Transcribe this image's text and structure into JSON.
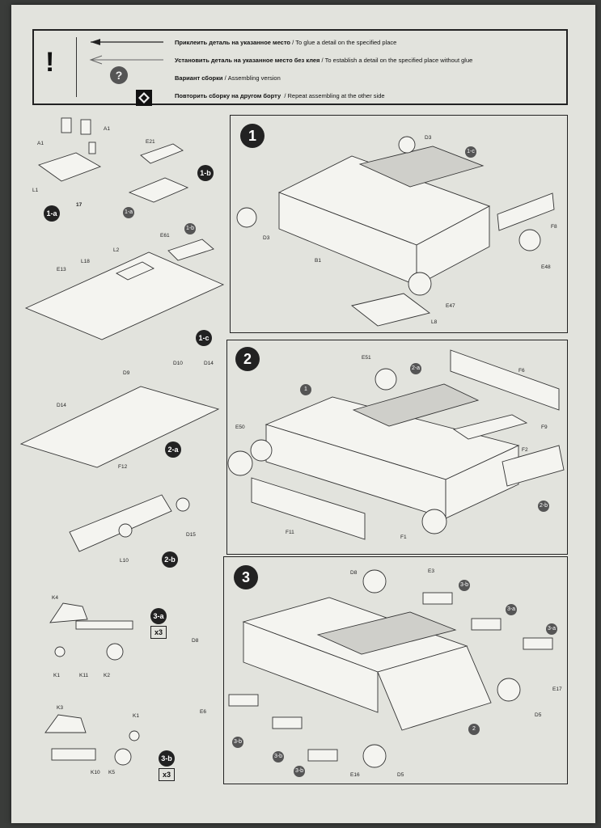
{
  "legend": {
    "glue_ru": "Приклеить деталь на указанное место",
    "glue_en": " / To glue a detail on the specified place",
    "noglue_ru": "Установить деталь на указанное место без клея",
    "noglue_en": " / To establish a detail on the specified place without glue",
    "version_ru": "Вариант сборки",
    "version_en": " / Assembling version",
    "repeat_ru": "Повторить сборку на другом борту",
    "repeat_en": "/ Repeat assembling at the other side",
    "exclaim": "!",
    "question": "?"
  },
  "steps": {
    "s1": "1",
    "s2": "2",
    "s3": "3",
    "s1a": "1-a",
    "s1b": "1-b",
    "s1c": "1-c",
    "s2a": "2-a",
    "s2b": "2-b",
    "s3a": "3-a",
    "s3b": "3-b",
    "x3a": "x3",
    "x3b": "x3",
    "star": "17"
  },
  "labels": {
    "l1a_A1a": "A1",
    "l1a_A1b": "A1",
    "l1a_L1": "L1",
    "l1b_E21": "E21",
    "l1b_mini": "1-a",
    "l1c_L2": "L2",
    "l1c_E61": "E61",
    "l1c_L18": "L18",
    "l1c_E13": "E13",
    "l1c_mini": "1-b",
    "l2a_D9": "D9",
    "l2a_D10": "D10",
    "l2a_D14a": "D14",
    "l2a_D14b": "D14",
    "l2a_F12": "F12",
    "l2b_D15": "D15",
    "l2b_L10": "L10",
    "l3a_K4": "K4",
    "l3a_K1": "K1",
    "l3a_K11": "K11",
    "l3a_K2": "K2",
    "l3b_K3": "K3",
    "l3b_K1": "K1",
    "l3b_K10": "K10",
    "l3b_K5": "K5",
    "p1_D3a": "D3",
    "p1_D3b": "D3",
    "p1_B1": "B1",
    "p1_F8": "F8",
    "p1_E48": "E48",
    "p1_E47": "E47",
    "p1_L8": "L8",
    "p1_mini": "1-c",
    "p2_E51": "E51",
    "p2_F6": "F6",
    "p2_F9": "F9",
    "p2_F2": "F2",
    "p2_E50": "E50",
    "p2_F11": "F11",
    "p2_F1": "F1",
    "p2_mini1": "1",
    "p2_mini2": "2-a",
    "p2_mini3": "2-b",
    "p3_D8a": "D8",
    "p3_E3": "E3",
    "p3_D8b": "D8",
    "p3_E6": "E6",
    "p3_E17": "E17",
    "p3_D5a": "D5",
    "p3_D5b": "D5",
    "p3_E16": "E16",
    "p3_m3b_1": "3-b",
    "p3_m3b_2": "3-b",
    "p3_m3b_3": "3-b",
    "p3_m3b_4": "3-b",
    "p3_m3a_1": "3-a",
    "p3_m3a_2": "3-a",
    "p3_m2": "2"
  }
}
